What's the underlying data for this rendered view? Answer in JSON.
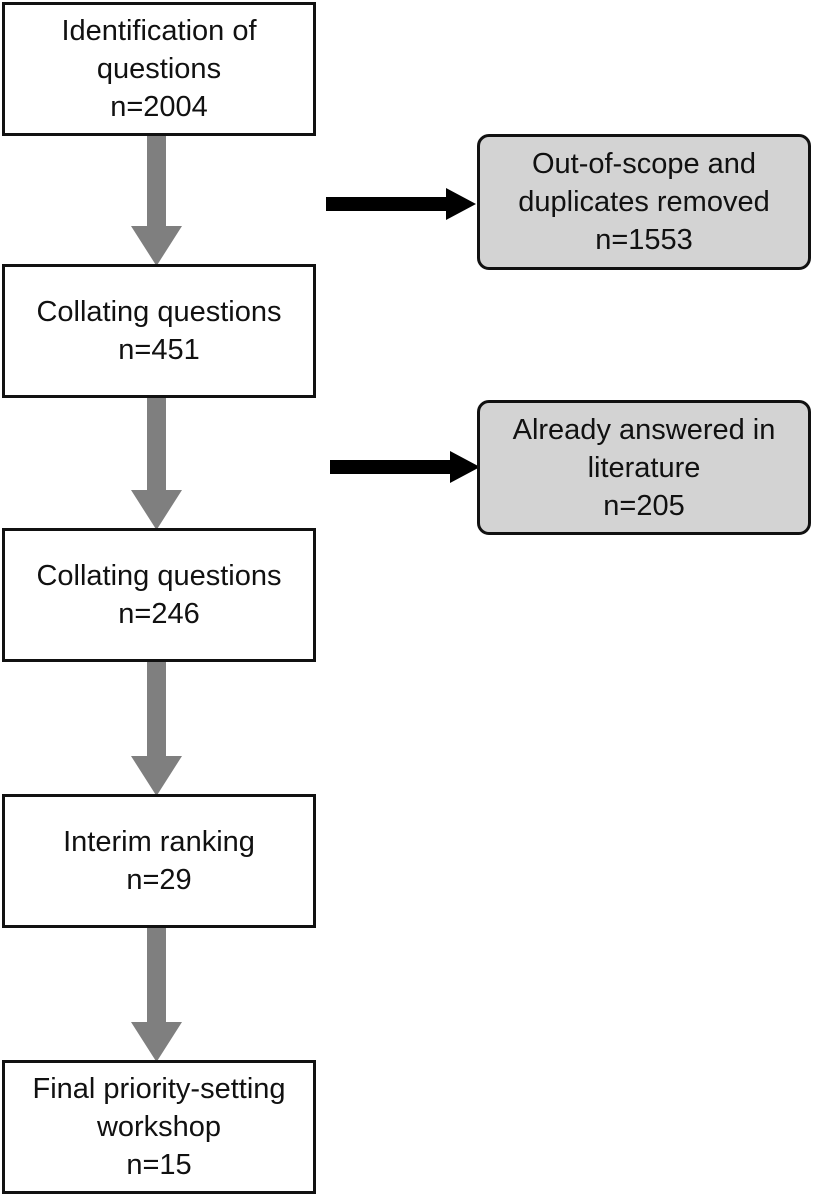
{
  "flow": {
    "steps": [
      {
        "lines": [
          "Identification of",
          "questions"
        ],
        "count": "n=2004"
      },
      {
        "lines": [
          "Collating questions"
        ],
        "count": "n=451"
      },
      {
        "lines": [
          "Collating questions"
        ],
        "count": "n=246"
      },
      {
        "lines": [
          "Interim ranking"
        ],
        "count": "n=29"
      },
      {
        "lines": [
          "Final priority-setting",
          "workshop"
        ],
        "count": "n=15"
      }
    ],
    "exclusions": [
      {
        "lines": [
          "Out-of-scope and",
          "duplicates removed"
        ],
        "count": "n=1553"
      },
      {
        "lines": [
          "Already answered in",
          "literature"
        ],
        "count": "n=205"
      }
    ]
  },
  "colors": {
    "main_arrow": "#7f7f7f",
    "side_arrow": "#000000",
    "exclusion_fill": "#d3d3d3",
    "border": "#111111"
  }
}
